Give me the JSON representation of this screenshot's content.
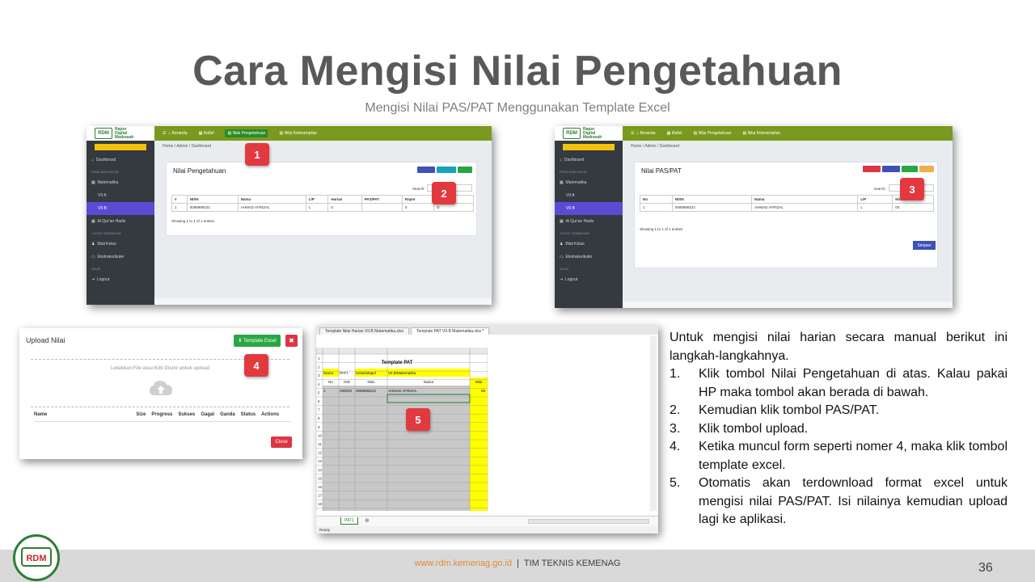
{
  "slide": {
    "title": "Cara Mengisi Nilai Pengetahuan",
    "subtitle": "Mengisi Nilai PAS/PAT Menggunakan Template Excel",
    "footer_url": "www.rdm.kemenag.go.id",
    "footer_sep": "|",
    "footer_team": "TIM TEKNIS KEMENAG",
    "page_number": "36"
  },
  "markers": [
    "1",
    "2",
    "3",
    "4",
    "5"
  ],
  "screen1": {
    "page_title": "Nilai Pengetahuan",
    "breadcrumb": "Home / Admin / Dashboard",
    "columns": [
      "#",
      "NISN",
      "Nama",
      "L/P",
      "Harian",
      "PAS/PAT",
      "Rapor",
      "Predikat"
    ],
    "row": [
      "1",
      "0088989222",
      "AHMAD AFRIZAL",
      "L",
      "0",
      "",
      "0",
      "D"
    ],
    "search_label": "Search:",
    "showing": "Showing 1 to 1 of 1 entries"
  },
  "screen2": {
    "page_title": "Nilai PAS/PAT",
    "breadcrumb": "Home / Admin / Dashboard",
    "columns": [
      "No",
      "NISN",
      "Nama",
      "L/P",
      "Nilai"
    ],
    "row": [
      "1",
      "0088989222",
      "AHMAD AFRIZAL",
      "L",
      "00"
    ],
    "search_label": "search:",
    "showing": "Showing 1 to 1 of 1 entries",
    "save_label": "Simpan"
  },
  "upload": {
    "title": "Upload Nilai",
    "template_button": "Template Excel",
    "close_x": "✖",
    "drop_text": "Letakkan File atau Klik Disini untuk upload",
    "columns": [
      "Name",
      "Size",
      "Progress",
      "Sukses",
      "Gagal",
      "Ganda",
      "Status",
      "Actions"
    ],
    "close_button": "Close"
  },
  "excel": {
    "tabs": [
      "Template Nilai Harian VII.B Matematika.xlsx",
      "Template PAT VII.B Matematika.xlsx *"
    ],
    "heading": "Template PAT",
    "row2": [
      "Nama",
      "PAT1",
      "Kelas/Mapel",
      "VII.B/Matematika"
    ],
    "headers": [
      "No",
      "NIS",
      "Nisn",
      "Nama",
      "Nilai"
    ],
    "data_row": [
      "1",
      "290003",
      "0088989222",
      "AHMAD AFRIZAL",
      "99"
    ],
    "sheet_tab": "PAT1",
    "status": "Ready"
  },
  "instructions": {
    "lead": "Untuk mengisi nilai harian secara manual berikut ini langkah-langkahnya.",
    "steps": [
      {
        "num": "1.",
        "text": "Klik tombol Nilai Pengetahuan di atas. Kalau pakai HP maka tombol akan berada di bawah."
      },
      {
        "num": "2.",
        "text": "Kemudian klik tombol PAS/PAT."
      },
      {
        "num": "3.",
        "text": "Klik tombol upload."
      },
      {
        "num": "4.",
        "text": "Ketika muncul form seperti nomer 4, maka klik tombol template excel."
      },
      {
        "num": "5.",
        "text": "Otomatis akan terdownload format excel untuk mengisi nilai PAS/PAT. Isi nilainya kemudian upload lagi ke aplikasi."
      }
    ]
  },
  "colors": {
    "marker": "#e2393f",
    "topbar": "#7a9a1f",
    "sidebar": "#343a40",
    "excel_yellow": "#ffff00",
    "footer_url": "#e38a3a"
  }
}
